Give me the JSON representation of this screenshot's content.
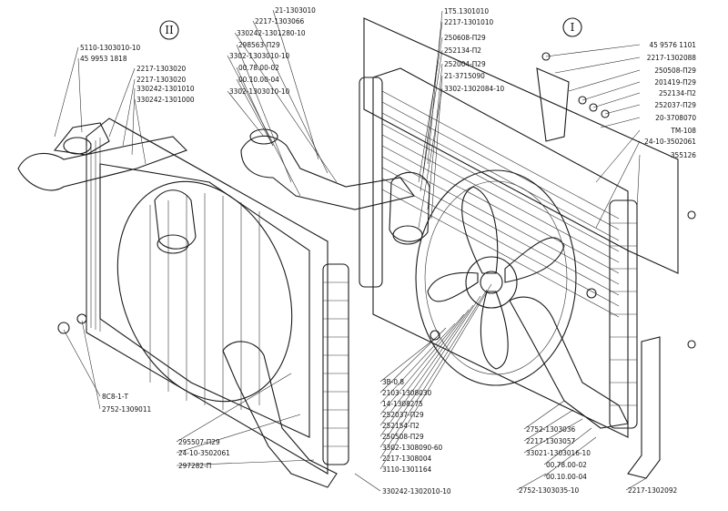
{
  "views": [
    {
      "id": "II",
      "label": "II"
    },
    {
      "id": "I",
      "label": "I"
    }
  ],
  "watermark": "",
  "left_callouts": [
    {
      "id": "l1",
      "text": "5110-1303010-10"
    },
    {
      "id": "l2",
      "text": "45 9953 1818"
    },
    {
      "id": "l3",
      "text": "2217-1303020"
    },
    {
      "id": "l4",
      "text": "2217-1303020"
    },
    {
      "id": "l5",
      "text": "330242-1301010"
    },
    {
      "id": "l6",
      "text": "330242-1301000"
    },
    {
      "id": "l7",
      "text": "8С8-1-Т"
    },
    {
      "id": "l8",
      "text": "2752-1309011"
    },
    {
      "id": "l9",
      "text": "295507-П29"
    },
    {
      "id": "l10",
      "text": "24-10-3502061"
    },
    {
      "id": "l11",
      "text": "297282-П"
    }
  ],
  "middle_top_callouts": [
    {
      "id": "m1",
      "text": "21-1303010"
    },
    {
      "id": "m2",
      "text": "2217-1303066"
    },
    {
      "id": "m3",
      "text": "330242-1301280-10"
    },
    {
      "id": "m4",
      "text": "298563-П29"
    },
    {
      "id": "m5",
      "text": "3302-1303010-10"
    },
    {
      "id": "m6",
      "text": "00.78.00-02"
    },
    {
      "id": "m7",
      "text": "00.10.00-04"
    },
    {
      "id": "m8",
      "text": "3302-1303010-10"
    }
  ],
  "middle_top_callouts_b": [
    {
      "id": "n1",
      "text": "1T5.1301010"
    },
    {
      "id": "n2",
      "text": "2217-1301010"
    },
    {
      "id": "n3",
      "text": "250608-П29"
    },
    {
      "id": "n4",
      "text": "252134-П2"
    },
    {
      "id": "n5",
      "text": "252004-П29"
    },
    {
      "id": "n6",
      "text": "21-3715090"
    },
    {
      "id": "n7",
      "text": "3302-1302084-10"
    }
  ],
  "right_callouts": [
    {
      "id": "r1",
      "text": "45 9576 1101"
    },
    {
      "id": "r2",
      "text": "2217-1302088"
    },
    {
      "id": "r3",
      "text": "250508-П29"
    },
    {
      "id": "r4",
      "text": "201419-П29"
    },
    {
      "id": "r5",
      "text": "252134-П2"
    },
    {
      "id": "r6",
      "text": "252037-П29"
    },
    {
      "id": "r7",
      "text": "20-3708070"
    },
    {
      "id": "r8",
      "text": "ТМ-108"
    },
    {
      "id": "r9",
      "text": "24-10-3502061"
    },
    {
      "id": "r10",
      "text": "355126"
    }
  ],
  "bottom_middle_callouts": [
    {
      "id": "b1",
      "text": "3В-0,8"
    },
    {
      "id": "b2",
      "text": "2103-1308030"
    },
    {
      "id": "b3",
      "text": "14-1308275"
    },
    {
      "id": "b4",
      "text": "252037-П29"
    },
    {
      "id": "b5",
      "text": "252154-П2"
    },
    {
      "id": "b6",
      "text": "250508-П29"
    },
    {
      "id": "b7",
      "text": "3302-1308090-60"
    },
    {
      "id": "b8",
      "text": "2217-1308004"
    },
    {
      "id": "b9",
      "text": "3110-1301164"
    },
    {
      "id": "b10",
      "text": "330242-1302010-10"
    }
  ],
  "bottom_right_callouts": [
    {
      "id": "c1",
      "text": "2752-1303036"
    },
    {
      "id": "c2",
      "text": "2217-1303057"
    },
    {
      "id": "c3",
      "text": "33021-1303016-10"
    },
    {
      "id": "c4",
      "text": "00.78.00-02"
    },
    {
      "id": "c5",
      "text": "00.10.00-04"
    },
    {
      "id": "c6",
      "text": "2752-1303035-10"
    },
    {
      "id": "c7",
      "text": "2217-1302092"
    }
  ]
}
